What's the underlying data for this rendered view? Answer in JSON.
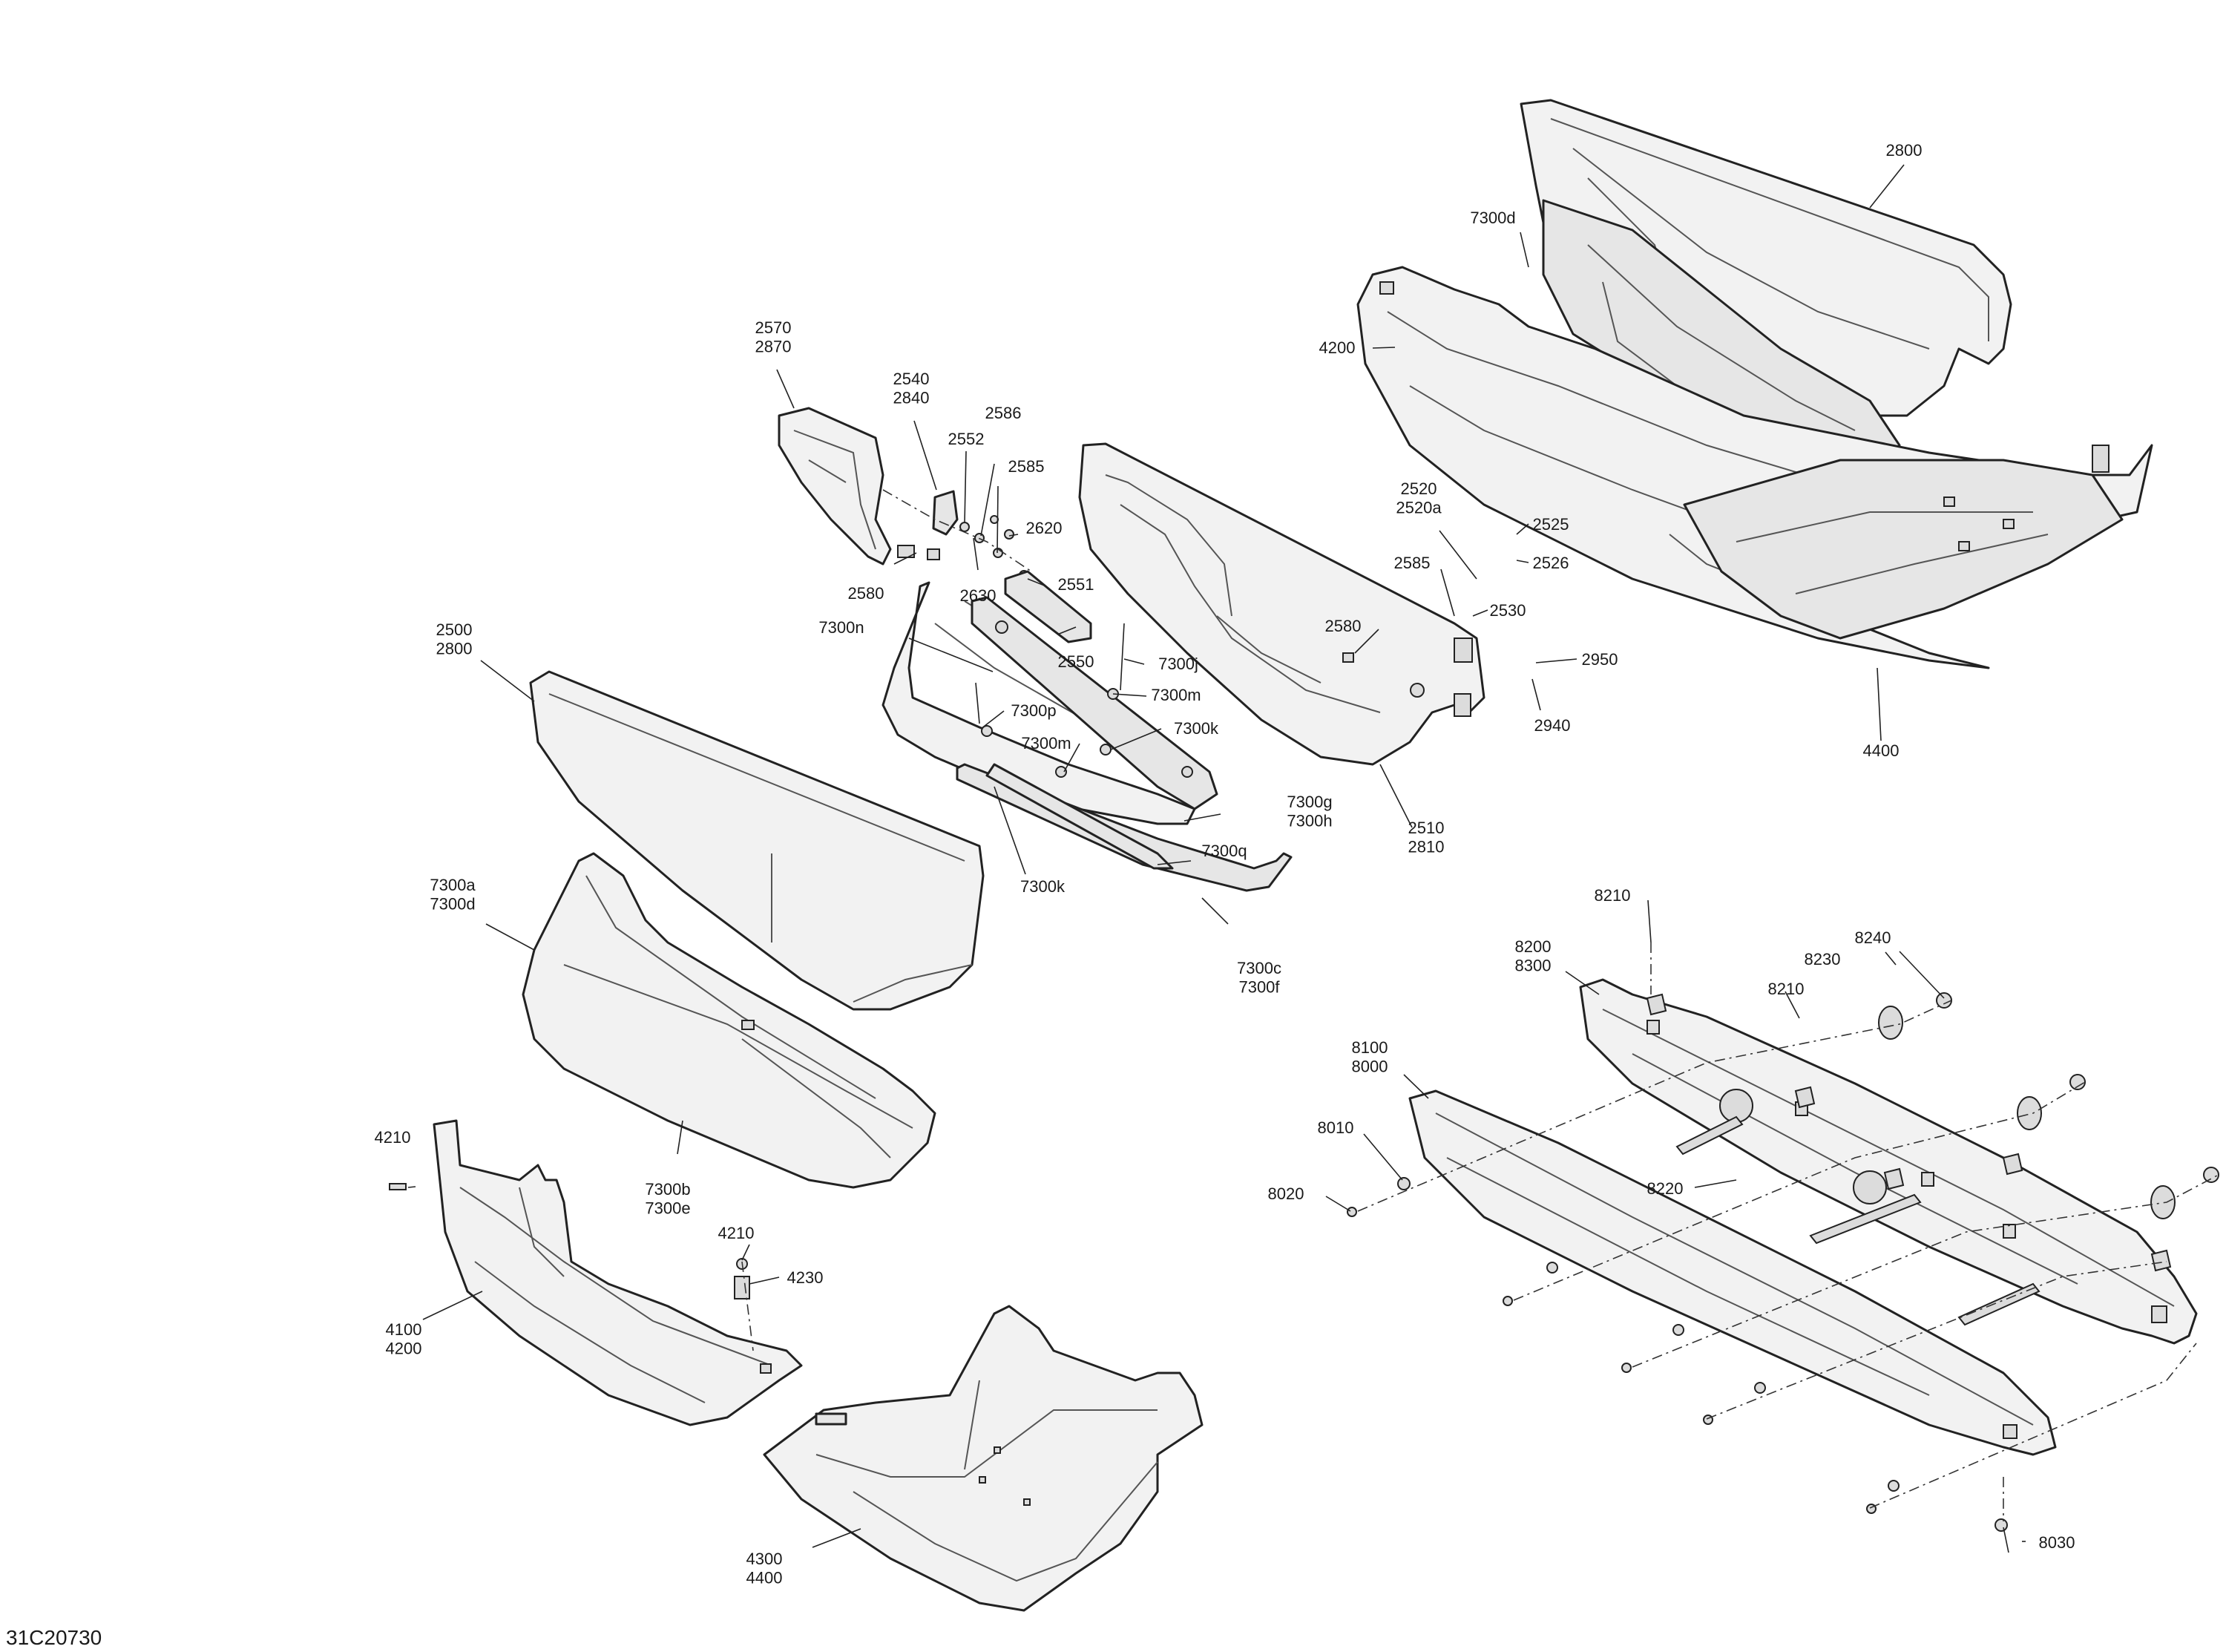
{
  "diagram": {
    "figure_code": "31C20730",
    "parts": [
      {
        "id": "p-2800-top",
        "lines": [
          "2800"
        ]
      },
      {
        "id": "p-7300d-top",
        "lines": [
          "7300d"
        ]
      },
      {
        "id": "p-4200-top",
        "lines": [
          "4200"
        ]
      },
      {
        "id": "p-4400-right",
        "lines": [
          "4400"
        ]
      },
      {
        "id": "p-2570",
        "lines": [
          "2570",
          "2870"
        ]
      },
      {
        "id": "p-2540",
        "lines": [
          "2540",
          "2840"
        ]
      },
      {
        "id": "p-2586",
        "lines": [
          "2586"
        ]
      },
      {
        "id": "p-2552",
        "lines": [
          "2552"
        ]
      },
      {
        "id": "p-2585-left",
        "lines": [
          "2585"
        ]
      },
      {
        "id": "p-2620",
        "lines": [
          "2620"
        ]
      },
      {
        "id": "p-2580-left",
        "lines": [
          "2580"
        ]
      },
      {
        "id": "p-2630",
        "lines": [
          "2630"
        ]
      },
      {
        "id": "p-2551",
        "lines": [
          "2551"
        ]
      },
      {
        "id": "p-2550",
        "lines": [
          "2550"
        ]
      },
      {
        "id": "p-7300n",
        "lines": [
          "7300n"
        ]
      },
      {
        "id": "p-7300j",
        "lines": [
          "7300j"
        ]
      },
      {
        "id": "p-7300m-a",
        "lines": [
          "7300m"
        ]
      },
      {
        "id": "p-7300p",
        "lines": [
          "7300p"
        ]
      },
      {
        "id": "p-7300k-a",
        "lines": [
          "7300k"
        ]
      },
      {
        "id": "p-7300m-b",
        "lines": [
          "7300m"
        ]
      },
      {
        "id": "p-7300g",
        "lines": [
          "7300g",
          "7300h"
        ]
      },
      {
        "id": "p-7300q",
        "lines": [
          "7300q"
        ]
      },
      {
        "id": "p-7300k-b",
        "lines": [
          "7300k"
        ]
      },
      {
        "id": "p-7300c",
        "lines": [
          "7300c",
          "7300f"
        ]
      },
      {
        "id": "p-2500",
        "lines": [
          "2500",
          "2800"
        ]
      },
      {
        "id": "p-7300a",
        "lines": [
          "7300a",
          "7300d"
        ]
      },
      {
        "id": "p-7300b",
        "lines": [
          "7300b",
          "7300e"
        ]
      },
      {
        "id": "p-2520",
        "lines": [
          "2520",
          "2520a"
        ]
      },
      {
        "id": "p-2525",
        "lines": [
          "2525"
        ]
      },
      {
        "id": "p-2526",
        "lines": [
          "2526"
        ]
      },
      {
        "id": "p-2585-right",
        "lines": [
          "2585"
        ]
      },
      {
        "id": "p-2530",
        "lines": [
          "2530"
        ]
      },
      {
        "id": "p-2580-right",
        "lines": [
          "2580"
        ]
      },
      {
        "id": "p-2950",
        "lines": [
          "2950"
        ]
      },
      {
        "id": "p-2940",
        "lines": [
          "2940"
        ]
      },
      {
        "id": "p-2510",
        "lines": [
          "2510",
          "2810"
        ]
      },
      {
        "id": "p-4210-a",
        "lines": [
          "4210"
        ]
      },
      {
        "id": "p-4210-b",
        "lines": [
          "4210"
        ]
      },
      {
        "id": "p-4230",
        "lines": [
          "4230"
        ]
      },
      {
        "id": "p-4100",
        "lines": [
          "4100",
          "4200"
        ]
      },
      {
        "id": "p-4300",
        "lines": [
          "4300",
          "4400"
        ]
      },
      {
        "id": "p-8210-a",
        "lines": [
          "8210"
        ]
      },
      {
        "id": "p-8200",
        "lines": [
          "8200",
          "8300"
        ]
      },
      {
        "id": "p-8240",
        "lines": [
          "8240"
        ]
      },
      {
        "id": "p-8210-b",
        "lines": [
          "8210"
        ]
      },
      {
        "id": "p-8230",
        "lines": [
          "8230"
        ]
      },
      {
        "id": "p-8100",
        "lines": [
          "8100",
          "8000"
        ]
      },
      {
        "id": "p-8220",
        "lines": [
          "8220"
        ]
      },
      {
        "id": "p-8010",
        "lines": [
          "8010"
        ]
      },
      {
        "id": "p-8020",
        "lines": [
          "8020"
        ]
      },
      {
        "id": "p-8030",
        "lines": [
          "8030"
        ]
      }
    ]
  }
}
